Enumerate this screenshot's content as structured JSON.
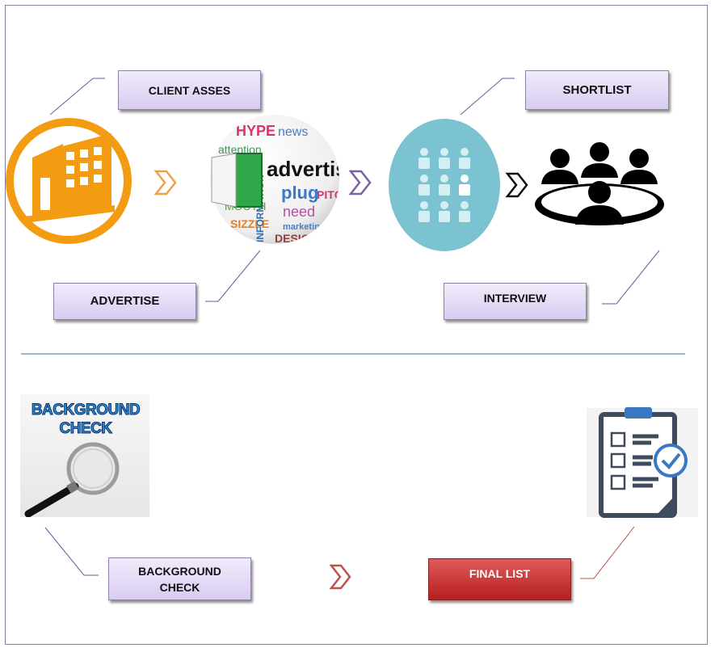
{
  "steps": {
    "client_asses": "CLIENT ASSES",
    "shortlist": "SHORTLIST",
    "advertise": "ADVERTISE",
    "interview": "INTERVIEW",
    "background_check": "BACKGROUND CHECK",
    "final_list": "FINAL LIST"
  },
  "images": {
    "background_check_title_1": "BACKGROUND",
    "background_check_title_2": "CHECK",
    "globe_words": [
      "HYPE",
      "news",
      "attention",
      "advertise",
      "plug",
      "need",
      "PITCH",
      "SIZZLE",
      "INFORMATION",
      "DESIGN",
      "marketing",
      "MOUTH"
    ]
  },
  "colors": {
    "building": "#f39c12",
    "people_circle": "#7cc3d2",
    "label_fill": "#e3d9f5",
    "final_list_fill": "#c62828",
    "arrow_orange": "#f0a04b",
    "arrow_purple": "#7b62a8",
    "arrow_red": "#c0504d",
    "divider": "#3a6ea5"
  }
}
